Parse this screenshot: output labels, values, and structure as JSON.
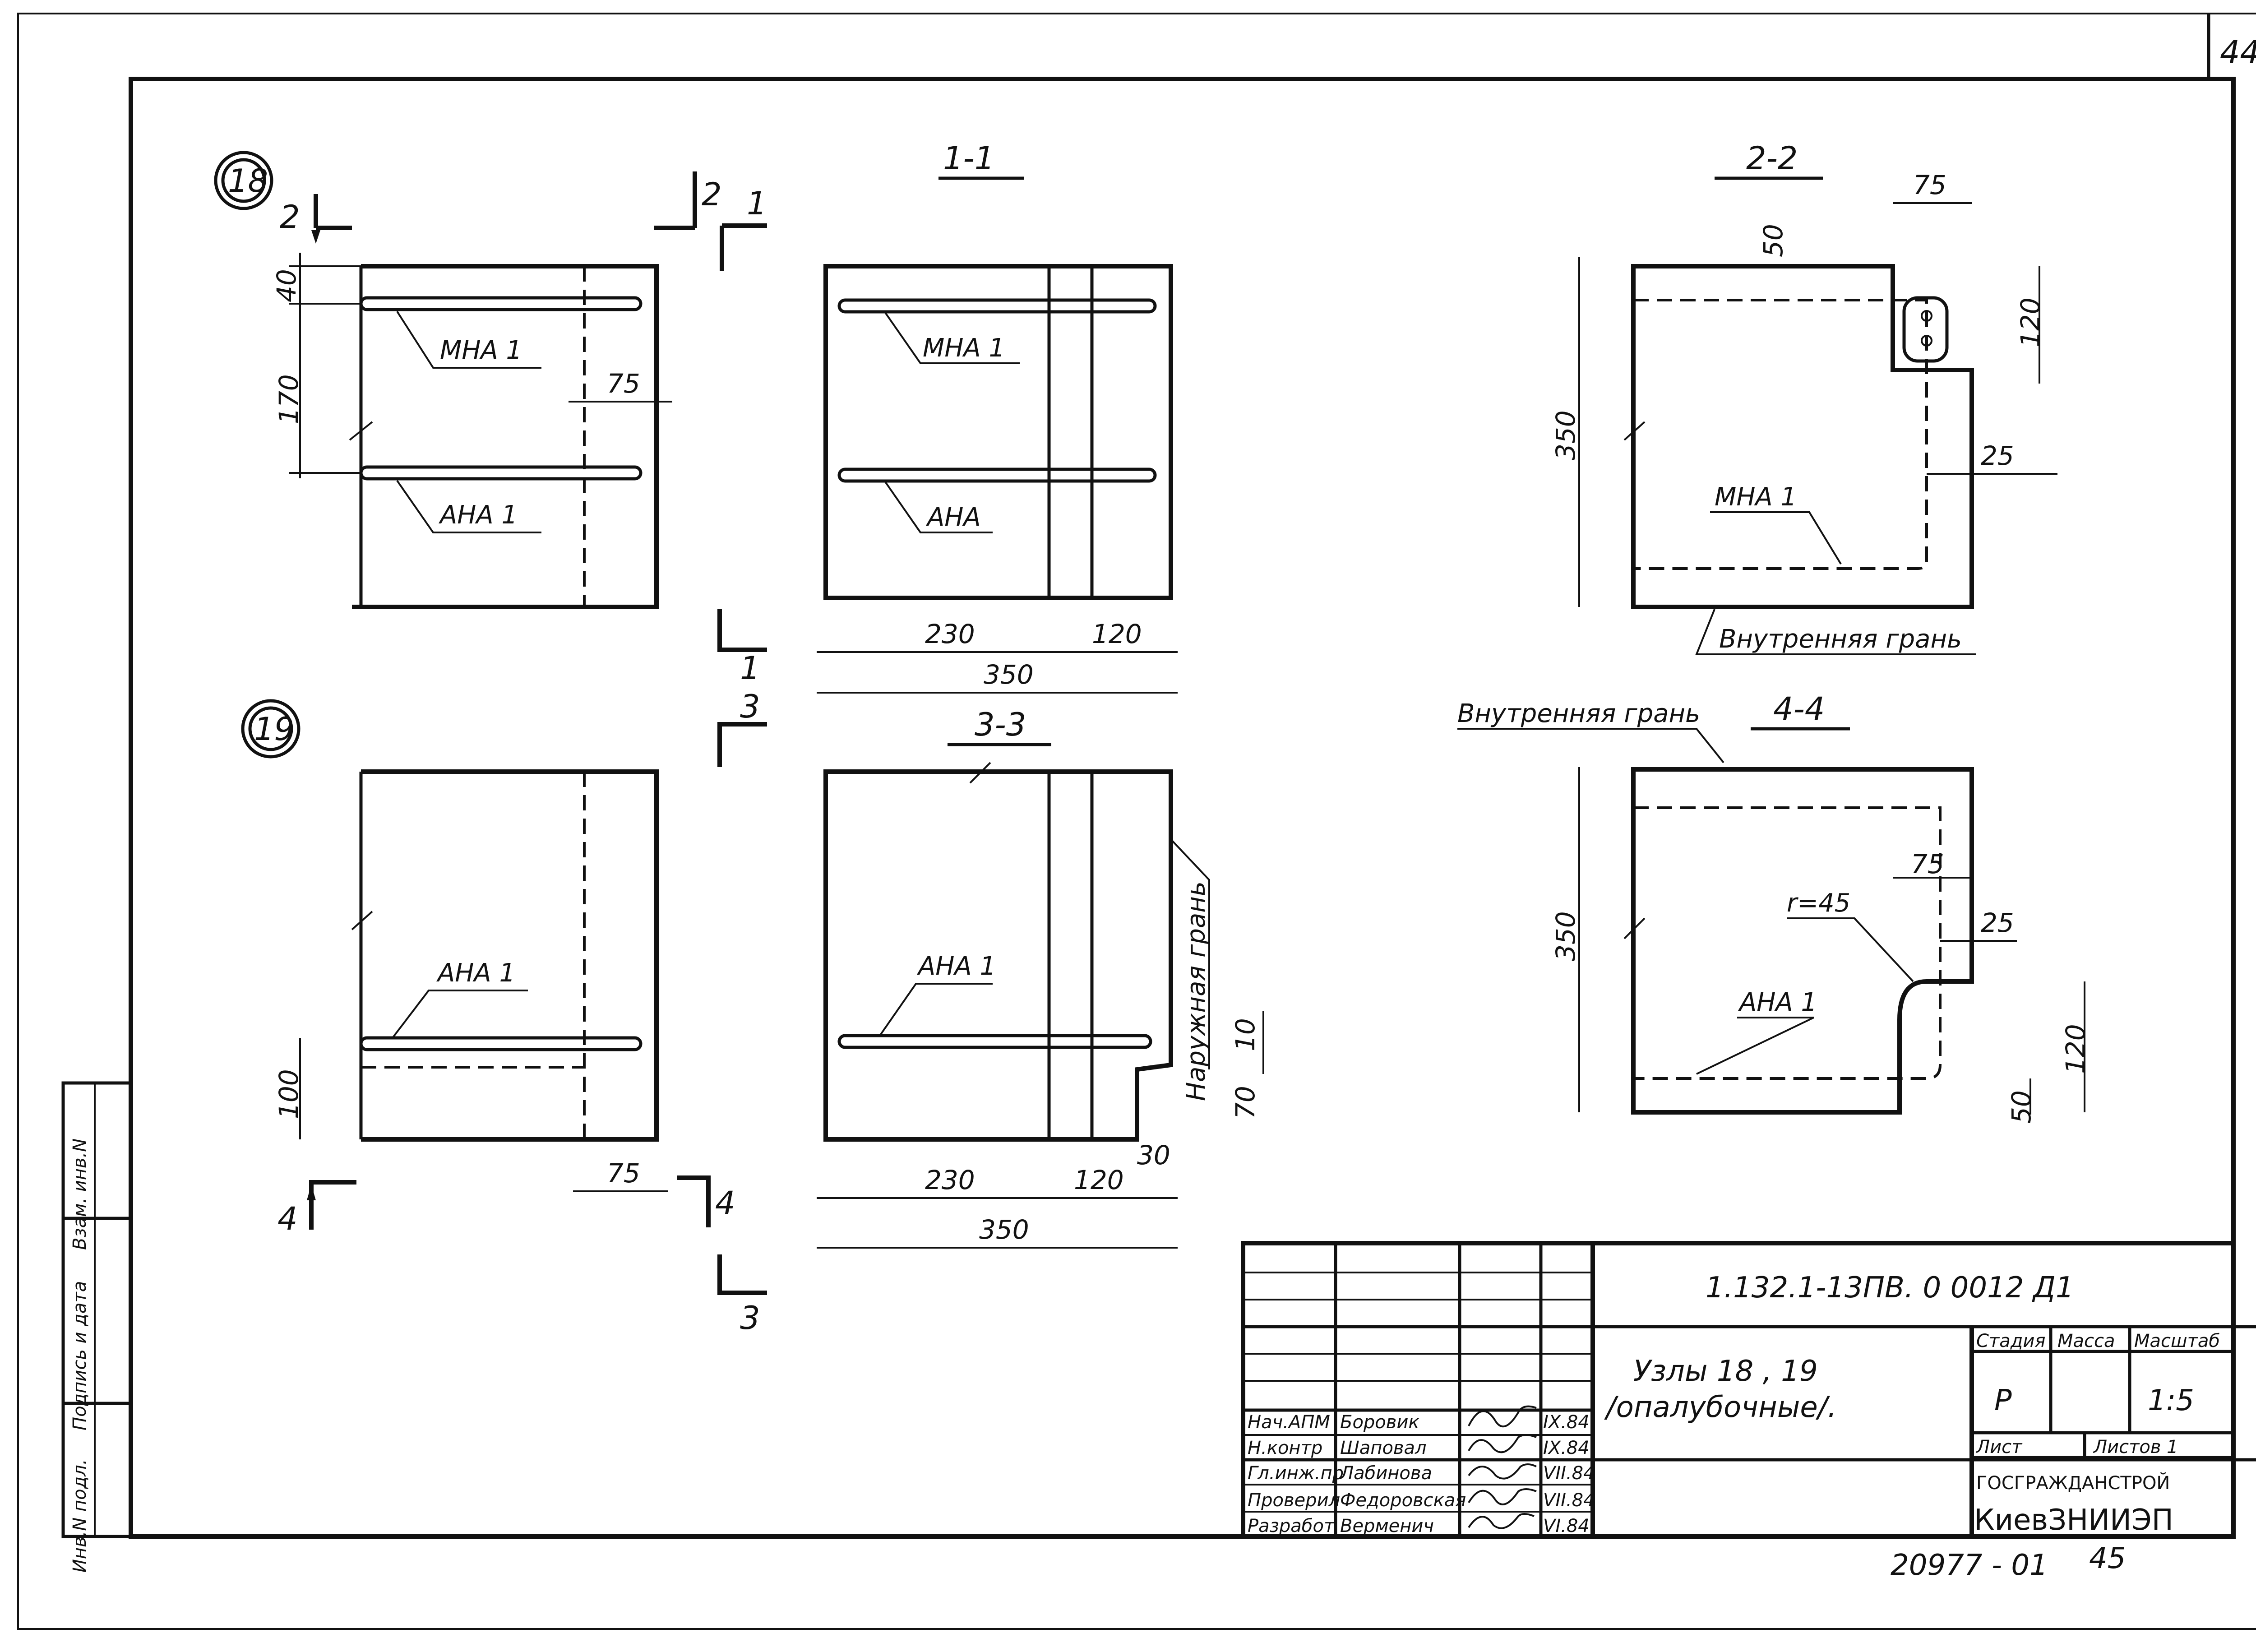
{
  "sheet": {
    "page_number": "44",
    "bottom_code": "20977 - 01",
    "bottom_num": "45"
  },
  "node18": {
    "circle": "18",
    "cut_2_left": "2",
    "cut_2_right": "2",
    "cut_1_top": "1",
    "cut_1_bottom": "1",
    "dims": [
      "40",
      "170",
      "75"
    ],
    "labels": [
      "МНА 1",
      "АНА 1"
    ]
  },
  "node19": {
    "circle": "19",
    "cut_3_top": "3",
    "cut_3_bottom": "3",
    "cut_4_left": "4",
    "cut_4_right": "4",
    "dims": [
      "100",
      "75"
    ],
    "labels": [
      "АНА 1"
    ]
  },
  "section11": {
    "title": "1-1",
    "labels": [
      "МНА 1",
      "АНА"
    ],
    "dims": [
      "230",
      "120",
      "350"
    ]
  },
  "section33": {
    "title": "3-3",
    "labels": [
      "АНА 1",
      "Наружная грань"
    ],
    "dims": [
      "10",
      "70",
      "30",
      "230",
      "120",
      "350"
    ]
  },
  "section22": {
    "title": "2-2",
    "labels": [
      "МНА 1",
      "Внутренняя грань"
    ],
    "dims": [
      "75",
      "50",
      "120",
      "350",
      "25"
    ]
  },
  "section44": {
    "title": "4-4",
    "labels": [
      "Внутренняя грань",
      "r=45",
      "АНА 1"
    ],
    "dims": [
      "75",
      "25",
      "350",
      "120",
      "50"
    ]
  },
  "side_stamp": {
    "cells": [
      "Инв.N подл.",
      "Подпись и дата",
      "Взам. инв.N"
    ]
  },
  "title_block": {
    "doc_code": "1.132.1-13ПВ. 0 0012 Д1",
    "drawing_title_1": "Узлы 18 , 19",
    "drawing_title_2": "/опалубочные/.",
    "stage_header": "Стадия",
    "mass_header": "Масса",
    "scale_header": "Масштаб",
    "stage": "Р",
    "scale": "1:5",
    "sheet_label": "Лист",
    "sheets_label": "Листов 1",
    "org1": "ГОСГРАЖДАНСТРОЙ",
    "org2": "КиевЗНИИЭП",
    "rows": [
      {
        "role": "Нач.АПМ",
        "name": "Боровик",
        "date": "IX.84"
      },
      {
        "role": "Н.контр",
        "name": "Шаповал",
        "date": "IX.84"
      },
      {
        "role": "Гл.инж.пр",
        "name": "Лабинова",
        "date": "VII.84"
      },
      {
        "role": "Проверил",
        "name": "Федоровская",
        "date": "VII.84"
      },
      {
        "role": "Разработ",
        "name": "Верменич",
        "date": "VI.84"
      }
    ]
  }
}
